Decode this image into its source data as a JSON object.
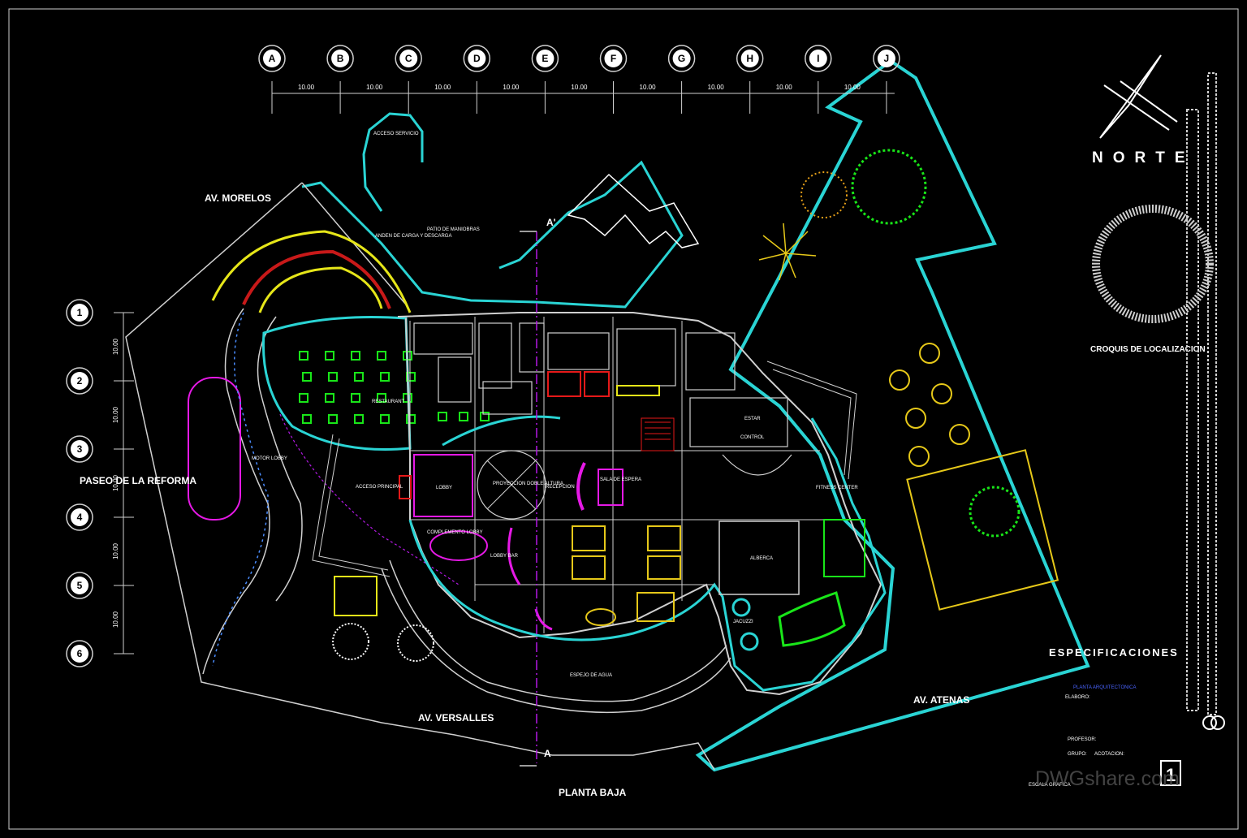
{
  "grid": {
    "columns": [
      "A",
      "B",
      "C",
      "D",
      "E",
      "F",
      "G",
      "H",
      "I",
      "J"
    ],
    "rows": [
      "1",
      "2",
      "3",
      "4",
      "5",
      "6"
    ],
    "spacing_label": "10.00"
  },
  "streets": {
    "morelos": "AV. MORELOS",
    "reforma": "PASEO DE LA REFORMA",
    "versalles": "AV. VERSALLES",
    "atenas": "AV. ATENAS"
  },
  "rooms": {
    "acceso_servicio": "ACCESO SERVICIO",
    "anden": "ANDEN DE CARGA Y DESCARGA",
    "patio": "PATIO DE MANIOBRAS",
    "restaurant": "RESTAURANT",
    "motor_lobby": "MOTOR LOBBY",
    "acceso_principal": "ACCESO PRINCIPAL",
    "lobby": "LOBBY",
    "proyeccion": "PROYECCION DOBLE ALTURA",
    "recepcion": "RECEPCION",
    "sala_espera": "SALA DE ESPERA",
    "estar": "ESTAR",
    "control": "CONTROL",
    "fitness": "FITNESS CENTER",
    "complemento_lobby": "COMPLEMENTO LOBBY",
    "lobby_bar": "LOBBY BAR",
    "alberca": "ALBERCA",
    "jacuzzi": "JACUZZI",
    "espejo": "ESPEJO DE AGUA"
  },
  "section_marks": {
    "top": "A'",
    "bottom": "A"
  },
  "drawing_title": "PLANTA BAJA",
  "titleblock": {
    "north": "NORTE",
    "croquis": "CROQUIS DE LOCALIZACION",
    "especificaciones": "ESPECIFICACIONES",
    "planta": "PLANTA ARQUITECTONICA",
    "elaboro": "ELABORO:",
    "profesor": "PROFESOR:",
    "grupo": "GRUPO:",
    "acotacion": "ACOTACION:",
    "escala": "ESCALA GRAFICA",
    "sheet_number": "1",
    "watermark": "DWGshare.com"
  },
  "colors": {
    "site": "#2ad4d4",
    "walls": "#d8d8d8",
    "restaurant_tables": "#19e619",
    "furniture_magenta": "#e619e6",
    "furniture_yellow": "#e6c819",
    "parking_red": "#c81919",
    "parking_yellow": "#e6e619",
    "section_line": "#b419e6"
  }
}
